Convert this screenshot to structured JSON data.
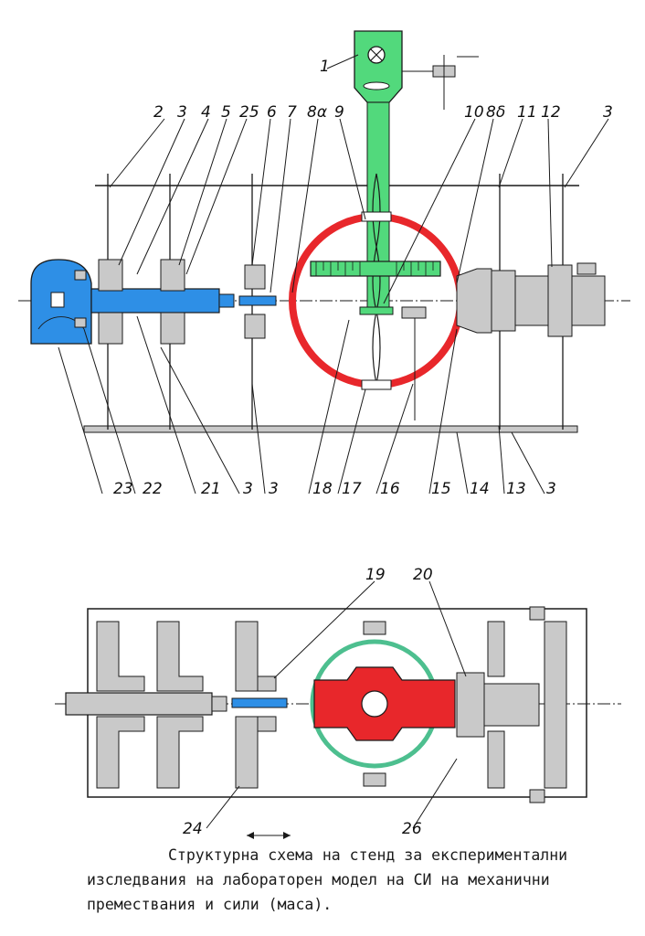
{
  "caption": {
    "line1": "Структурна схема на стенд за експериментални",
    "line2": "изследвания на лабораторен модел на СИ на механични",
    "line3": "премествания и сили (маса)."
  },
  "top_labels": {
    "l1": "1",
    "l2": "2",
    "l3a": "3",
    "l4": "4",
    "l5": "5",
    "l25": "25",
    "l6": "6",
    "l7": "7",
    "l8a": "8α",
    "l9": "9",
    "l10": "10",
    "l8b": "8δ",
    "l11": "11",
    "l12": "12",
    "l3b": "3"
  },
  "bottom_labels": {
    "l23": "23",
    "l22": "22",
    "l21": "21",
    "l3c": "3",
    "l3d": "3",
    "l18": "18",
    "l17": "17",
    "l16": "16",
    "l15": "15",
    "l14": "14",
    "l13": "13",
    "l3e": "3"
  },
  "lower_labels": {
    "l19": "19",
    "l20": "20",
    "l24": "24",
    "l26": "26"
  },
  "colors": {
    "green": "#52d97c",
    "blue": "#2e8fe6",
    "red": "#e8272b",
    "gray": "#c9c9c9",
    "teal": "#4dbf8f",
    "ink": "#1a1a1a"
  }
}
